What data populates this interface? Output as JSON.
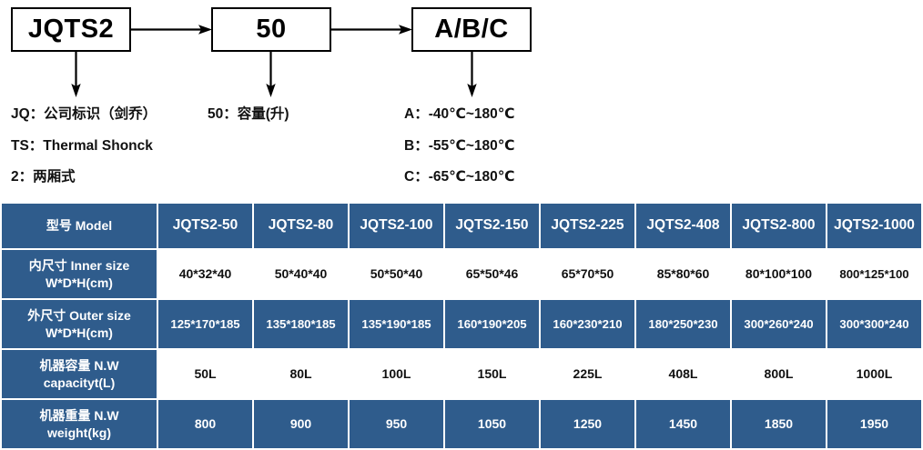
{
  "diagram": {
    "boxes": [
      {
        "id": "jqts2",
        "label": "JQTS2"
      },
      {
        "id": "capacity",
        "label": "50"
      },
      {
        "id": "grade",
        "label": "A/B/C"
      }
    ],
    "arrows": {
      "right_arrow_1": "arrow-right-icon",
      "right_arrow_2": "arrow-right-icon",
      "down_arrow_1": "arrow-down-icon",
      "down_arrow_2": "arrow-down-icon",
      "down_arrow_3": "arrow-down-icon"
    },
    "legend": {
      "jq": "JQ：公司标识（剑乔）",
      "ts": "TS：Thermal Shonck",
      "two": "2：两厢式",
      "capacity": "50：容量(升)",
      "grade_a": "A：-40℃~180℃",
      "grade_b": "B：-55℃~180℃",
      "grade_c": "C：-65℃~180℃"
    }
  },
  "table": {
    "header": {
      "label": "型号 Model",
      "models": [
        "JQTS2-50",
        "JQTS2-80",
        "JQTS2-100",
        "JQTS2-150",
        "JQTS2-225",
        "JQTS2-408",
        "JQTS2-800",
        "JQTS2-1000"
      ]
    },
    "rows": [
      {
        "label_line1": "内尺寸 Inner size",
        "label_line2": "W*D*H(cm)",
        "style": "white",
        "values": [
          "40*32*40",
          "50*40*40",
          "50*50*40",
          "65*50*46",
          "65*70*50",
          "85*80*60",
          "80*100*100",
          "800*125*100"
        ]
      },
      {
        "label_line1": "外尺寸 Outer size",
        "label_line2": "W*D*H(cm)",
        "style": "blue",
        "values": [
          "125*170*185",
          "135*180*185",
          "135*190*185",
          "160*190*205",
          "160*230*210",
          "180*250*230",
          "300*260*240",
          "300*300*240"
        ]
      },
      {
        "label_line1": "机器容量 N.W",
        "label_line2": "capacityt(L)",
        "style": "white",
        "values": [
          "50L",
          "80L",
          "100L",
          "150L",
          "225L",
          "408L",
          "800L",
          "1000L"
        ]
      },
      {
        "label_line1": "机器重量 N.W",
        "label_line2": "weight(kg)",
        "style": "blue",
        "values": [
          "800",
          "900",
          "950",
          "1050",
          "1250",
          "1450",
          "1850",
          "1950"
        ]
      }
    ]
  },
  "colors": {
    "table_blue": "#2F5C8C",
    "table_white": "#FFFFFF",
    "text_dark": "#111111",
    "diagram_stroke": "#000000"
  }
}
